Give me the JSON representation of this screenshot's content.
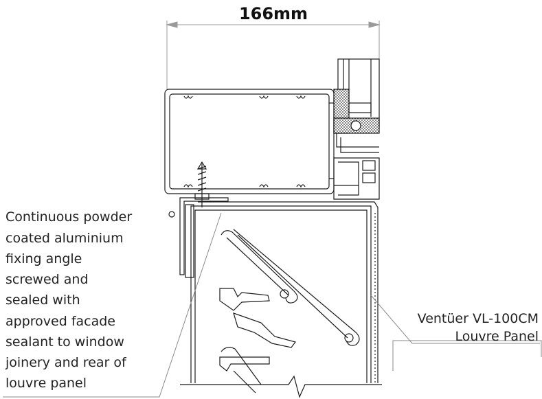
{
  "dimension": {
    "label": "166mm"
  },
  "callouts": {
    "fixing_angle": {
      "lines": [
        "Continuous powder",
        "coated aluminium",
        "fixing angle",
        "screwed and",
        "sealed with",
        "approved facade",
        "sealant to window",
        "joinery and rear of",
        "louvre panel"
      ]
    },
    "louvre_panel": {
      "lines": [
        "Ventüer VL-100CM",
        "Louvre Panel"
      ]
    }
  },
  "colors": {
    "stroke": "#1a1a1a",
    "dimension_line": "#9a9a9a",
    "leader": "#8a8a8a"
  }
}
